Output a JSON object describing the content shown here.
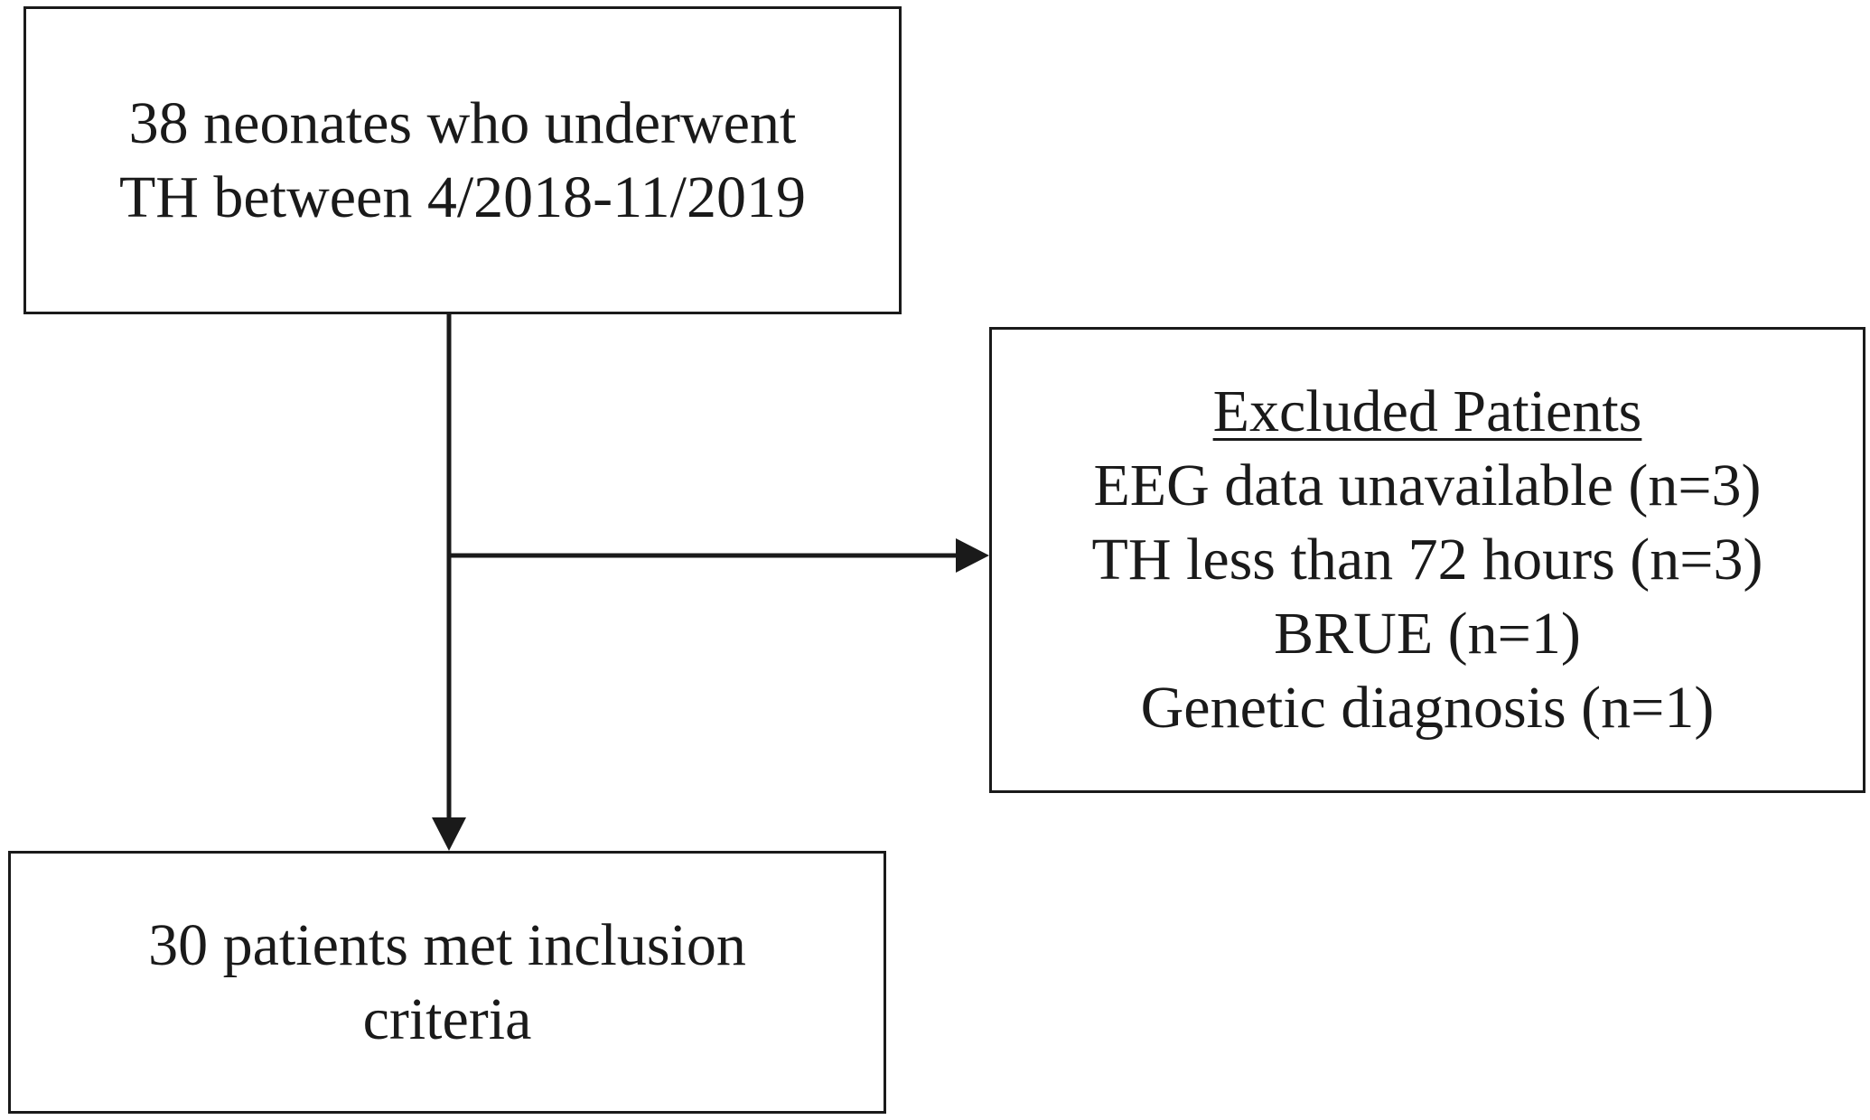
{
  "colors": {
    "stroke": "#1a1a1a",
    "background": "#ffffff"
  },
  "start_box": {
    "lines": [
      "38 neonates who underwent",
      "TH between 4/2018-11/2019"
    ]
  },
  "excluded_box": {
    "heading": "Excluded Patients",
    "items": [
      "EEG data unavailable (n=3)",
      "TH less than 72 hours (n=3)",
      "BRUE (n=1)",
      "Genetic diagnosis (n=1)"
    ]
  },
  "final_box": {
    "lines": [
      "30 patients met inclusion",
      "criteria"
    ]
  }
}
